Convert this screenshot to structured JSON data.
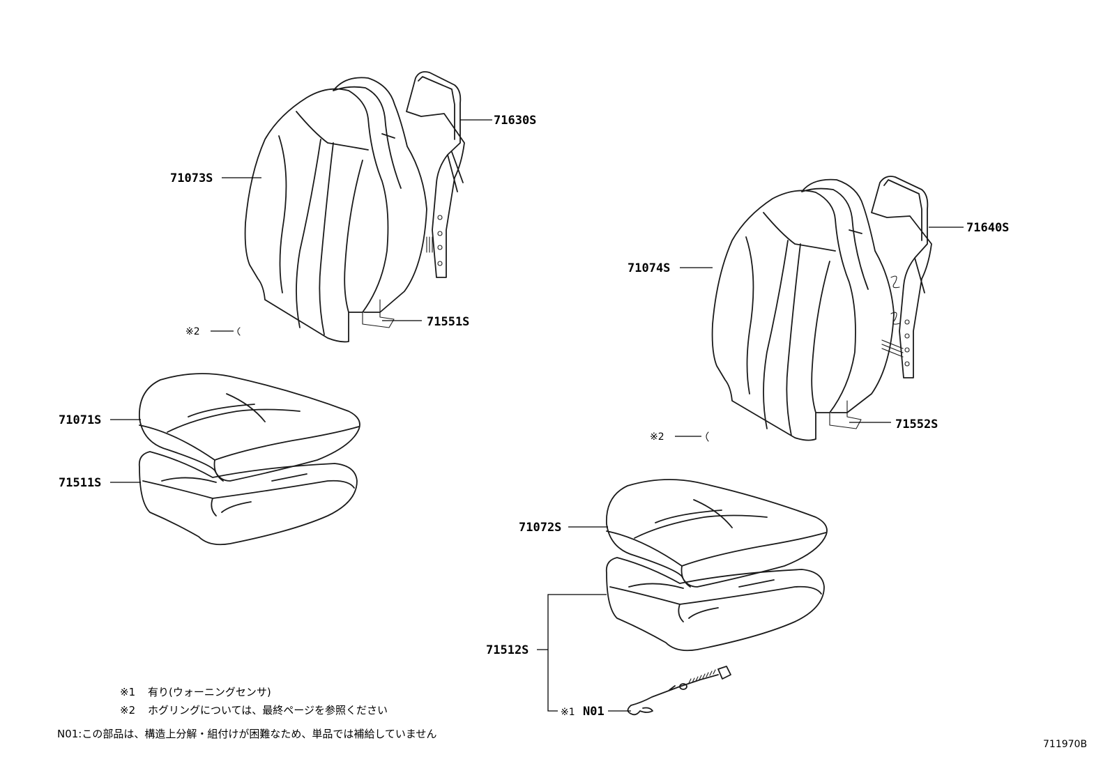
{
  "labels": {
    "p71630": "71630S",
    "p71073": "71073S",
    "p71551": "71551S",
    "p71640": "71640S",
    "p71074": "71074S",
    "p71552": "71552S",
    "p71071": "71071S",
    "p71511": "71511S",
    "p71072": "71072S",
    "p71512": "71512S",
    "n01_code": "N01"
  },
  "markers": {
    "ref2": "※2",
    "ref1": "※1"
  },
  "notes": {
    "note1_mark": "※1",
    "note1_text": "有り(ウォーニングセンサ)",
    "note2_mark": "※2",
    "note2_text": "ホグリングについては、最終ページを参照ください",
    "note3_text": "N01:この部品は、構造上分解・組付けが困難なため、単品では補給していません"
  },
  "diagram_code": "711970B"
}
